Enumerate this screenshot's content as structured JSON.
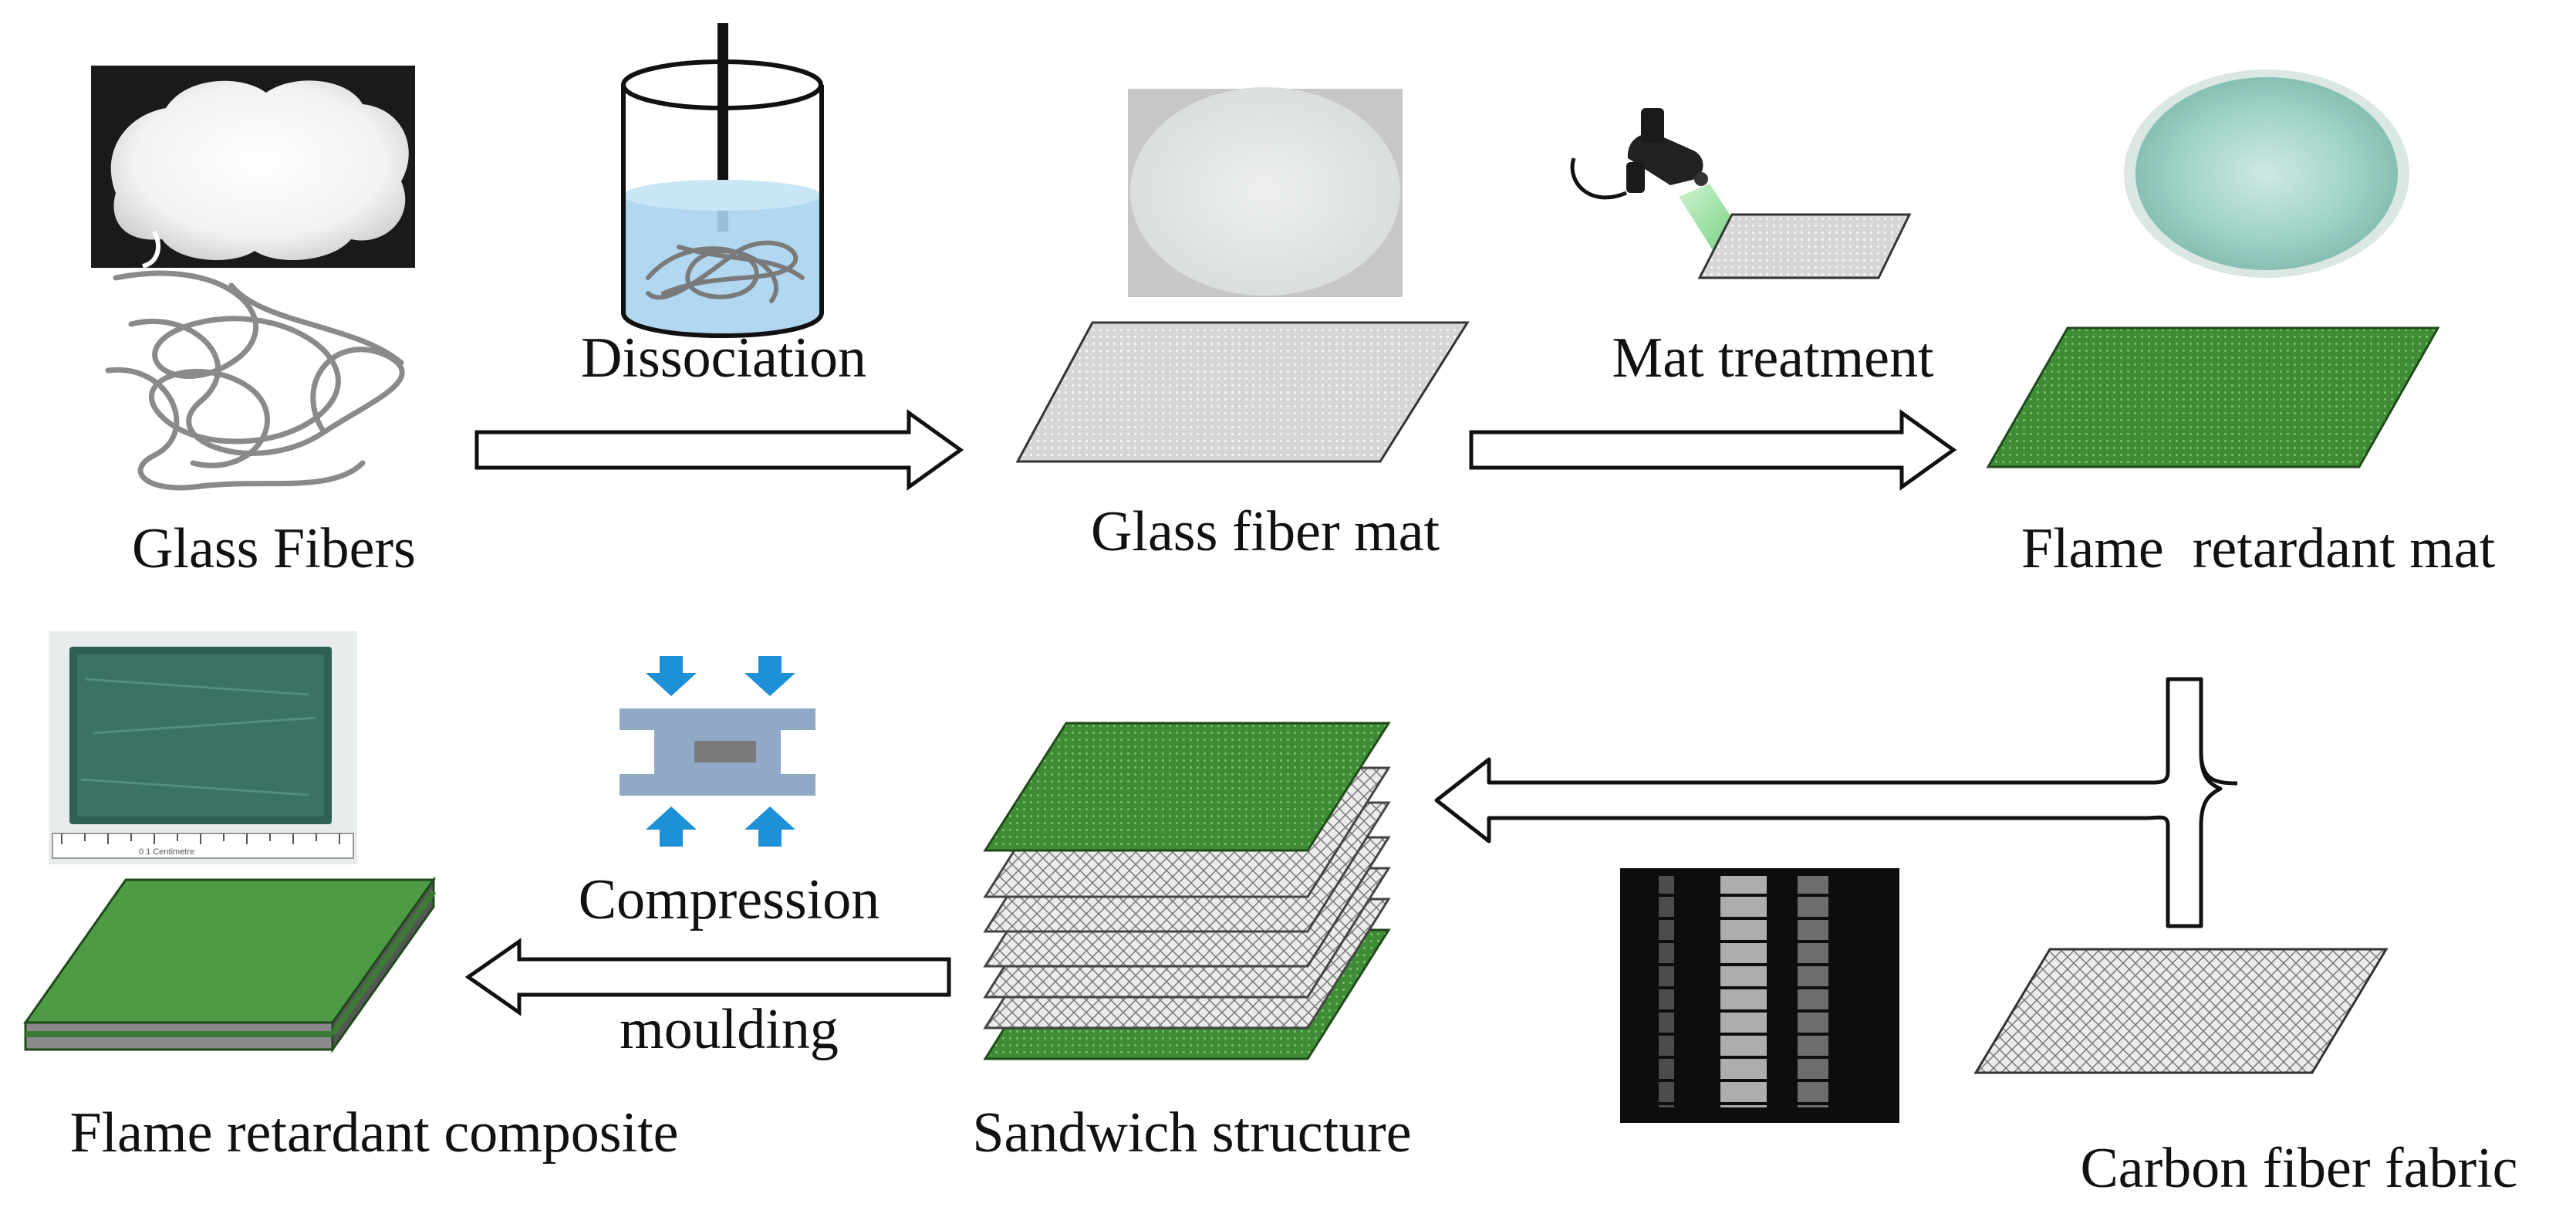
{
  "diagram": {
    "labels": {
      "glass_fibers": "Glass Fibers",
      "dissociation": "Dissociation",
      "glass_fiber_mat": "Glass fiber mat",
      "mat_treatment": "Mat treatment",
      "flame_retardant_mat": "Flame  retardant mat",
      "carbon_fiber_fabric": "Carbon fiber fabric",
      "sandwich_structure": "Sandwich structure",
      "compression": "Compression",
      "moulding": "moulding",
      "flame_retardant_composite": "Flame retardant composite"
    },
    "ruler_text": "0   1  Centimetre",
    "colors": {
      "mat_green": "#3e8a36",
      "mat_grey": "#cfcfcf",
      "press_blue": "#1e90d6",
      "press_plate": "#8fa6c2",
      "water": "#a9d4ee",
      "spray": "#9fe0a2"
    }
  }
}
